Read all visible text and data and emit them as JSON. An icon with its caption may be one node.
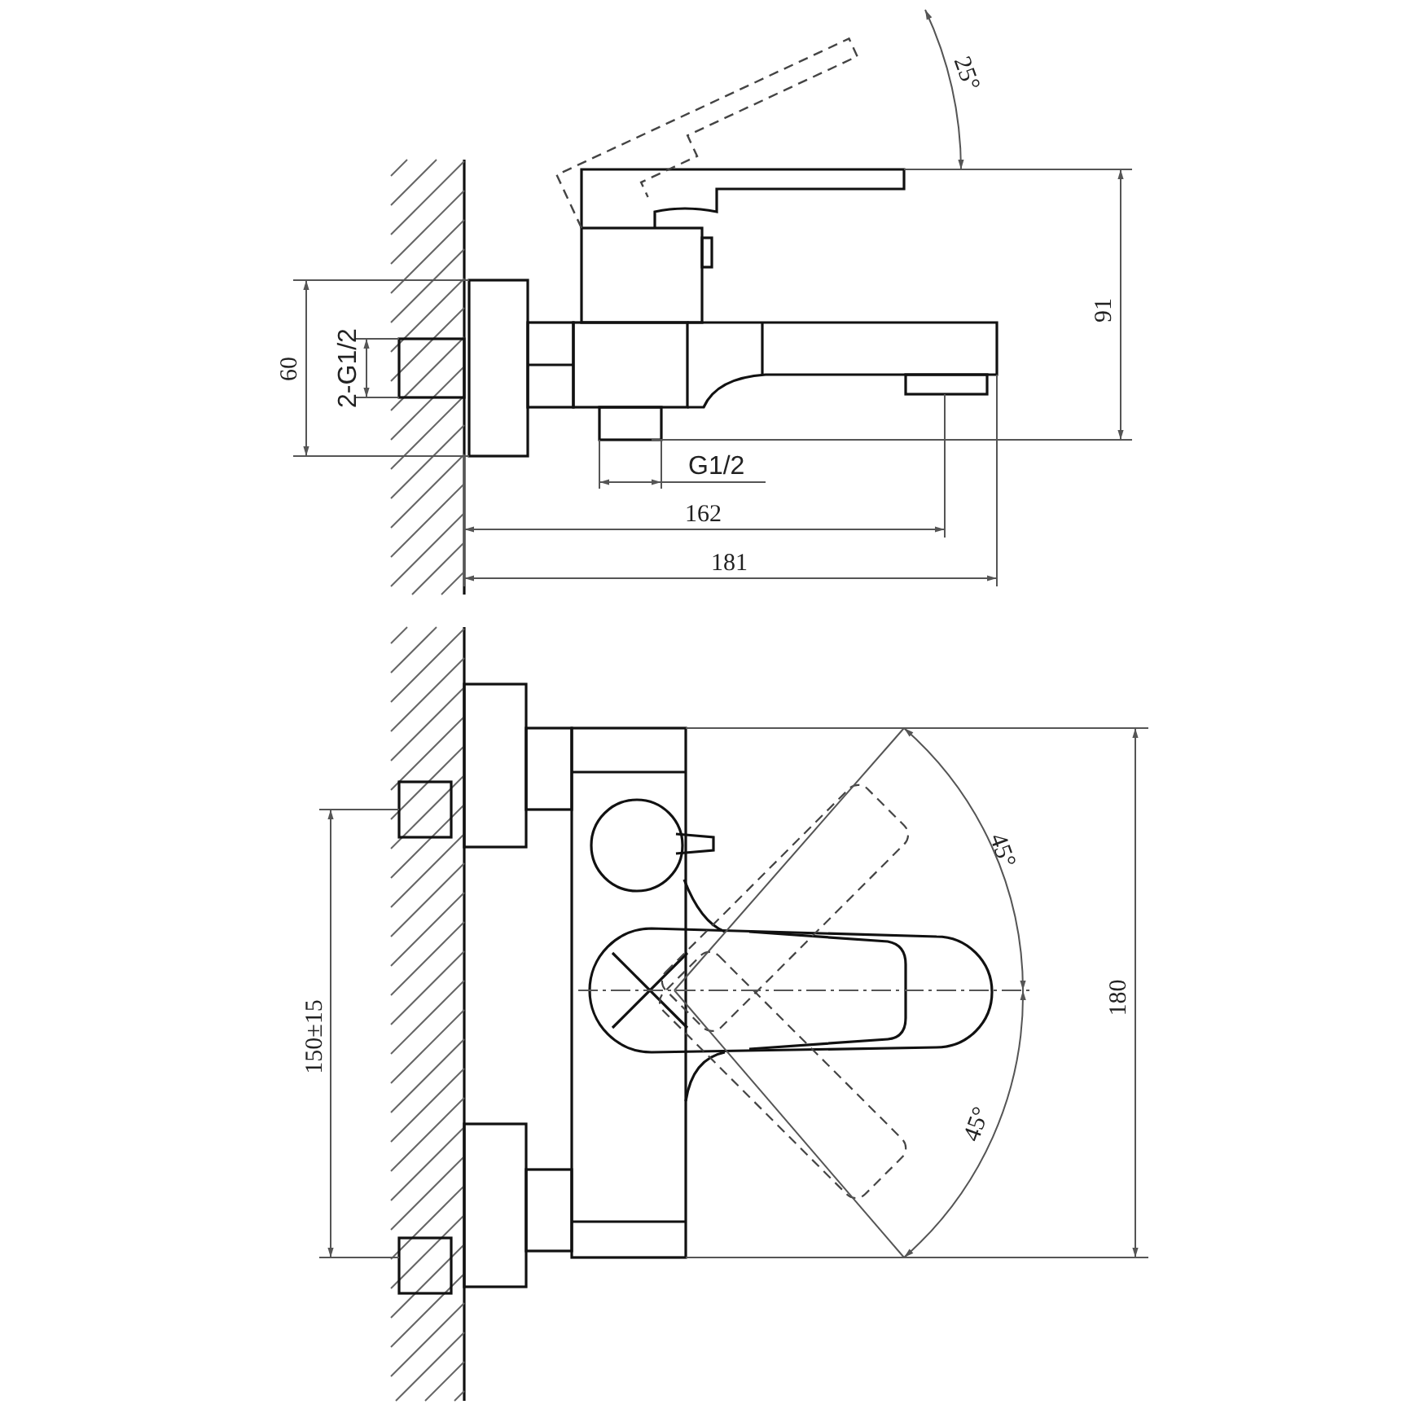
{
  "diagram": {
    "labels": [
      "25°",
      "91",
      "60",
      "2-G1/2",
      "G1/2",
      "162",
      "181",
      "45°",
      "180",
      "150±15",
      "45°"
    ]
  }
}
